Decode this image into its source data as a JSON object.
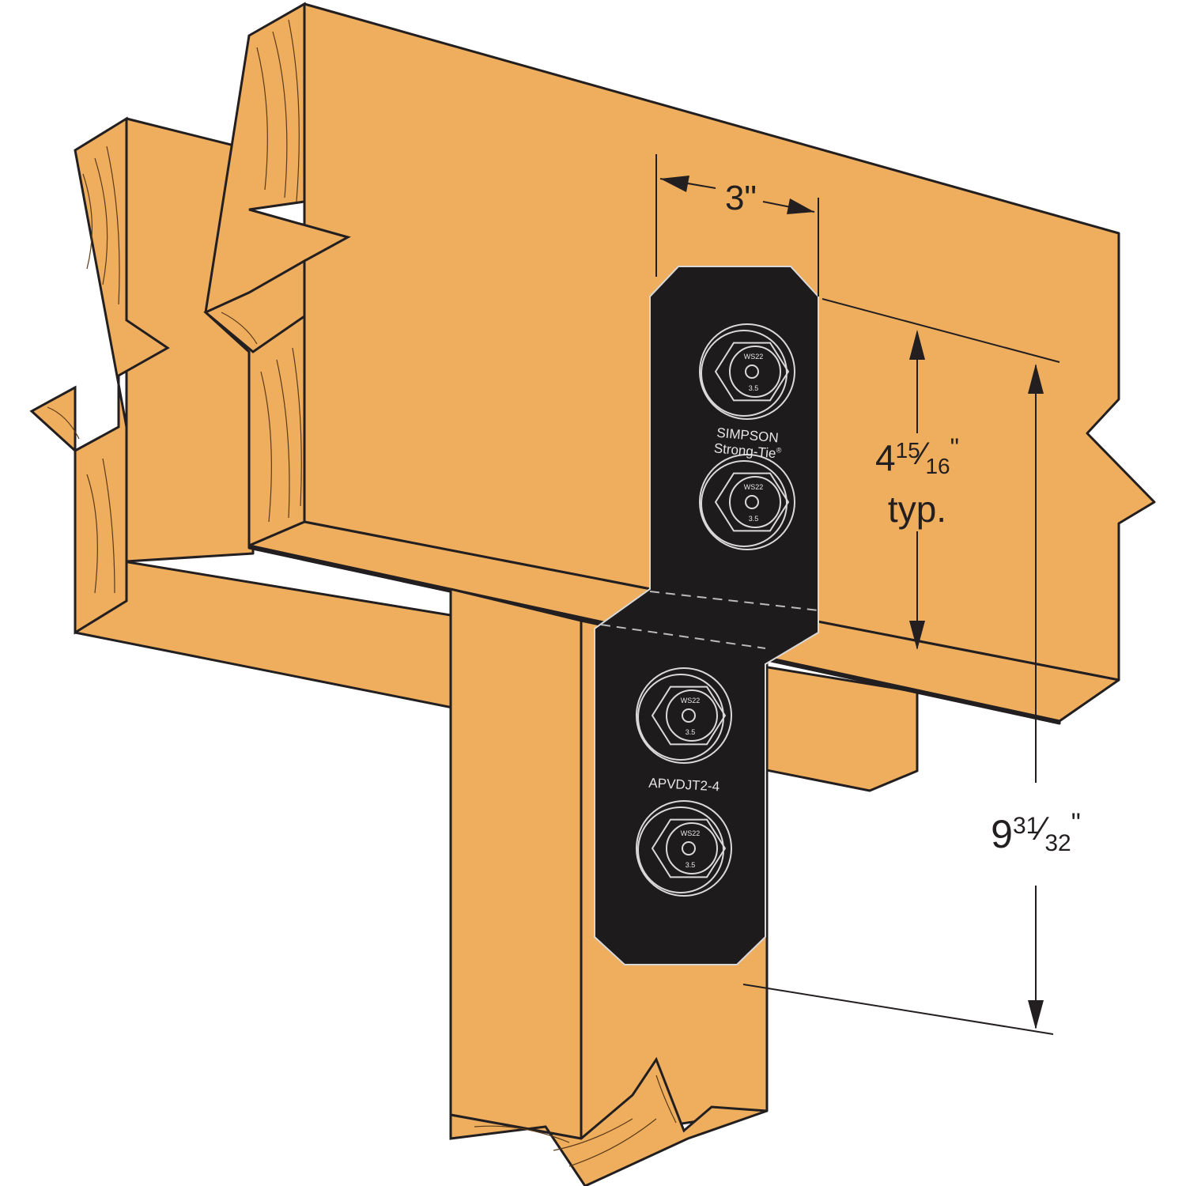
{
  "colors": {
    "wood": "#EEAE5E",
    "bracket": "#1E1B1C",
    "line": "#231F20"
  },
  "bracket": {
    "brand_line1": "SIMPSON",
    "brand_line2": "Strong-Tie",
    "registered": "®",
    "model": "APVDJT2-4",
    "screw_head_label": "WS22",
    "screw_size_label": "3.5"
  },
  "dimensions": {
    "width": "3\"",
    "spacing_whole": "4",
    "spacing_num": "15",
    "spacing_den": "16",
    "spacing_note": "typ.",
    "length_whole": "9",
    "length_num": "31",
    "length_den": "32",
    "inch_mark": "\""
  }
}
